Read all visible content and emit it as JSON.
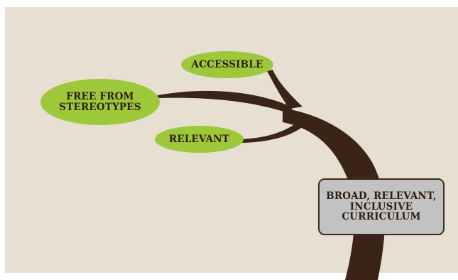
{
  "diagram": {
    "colors": {
      "background": "#e7dfd1",
      "leaf": "#9dc83a",
      "branch": "#3a2418",
      "box_fill": "#c2c2c2",
      "text": "#2f1d10"
    },
    "leaves": [
      {
        "id": "accessible",
        "label": "ACCESSIBLE"
      },
      {
        "id": "free-from-stereotypes",
        "label": "FREE FROM\nSTEREOTYPES"
      },
      {
        "id": "relevant",
        "label": "RELEVANT"
      }
    ],
    "trunk_label": "BROAD, RELEVANT,\nINCLUSIVE\nCURRICULUM"
  }
}
